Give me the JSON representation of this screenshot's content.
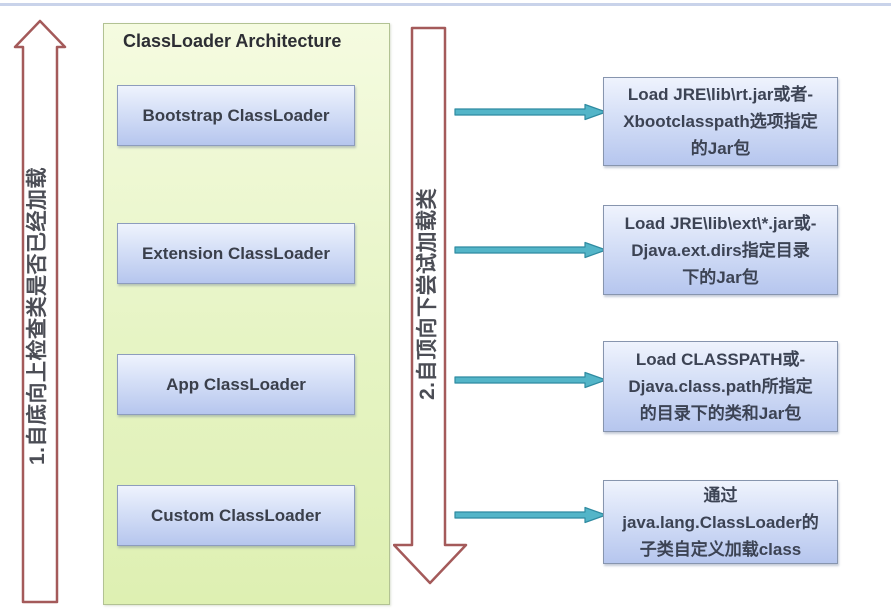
{
  "diagram": {
    "title": "ClassLoader Architecture",
    "left_arrow": {
      "label": "1.自底向上检查类是否已经加载"
    },
    "down_arrow": {
      "label": "2.自顶向下尝试加载类"
    },
    "loaders": [
      {
        "label": "Bootstrap ClassLoader"
      },
      {
        "label": "Extension ClassLoader"
      },
      {
        "label": "App ClassLoader"
      },
      {
        "label": "Custom ClassLoader"
      }
    ],
    "descriptions": [
      {
        "text": "Load JRE\\lib\\rt.jar或者-\nXbootclasspath选项指定\n的Jar包"
      },
      {
        "text": "Load JRE\\lib\\ext\\*.jar或-\nDjava.ext.dirs指定目录\n下的Jar包"
      },
      {
        "text": "Load CLASSPATH或-\nDjava.class.path所指定\n的目录下的类和Jar包"
      },
      {
        "text": "通过\njava.lang.ClassLoader的\n子类自定义加载class"
      }
    ],
    "colors": {
      "top_rule": "#c9d3ea",
      "red_arrow_outline": "#a45a5a",
      "flow_arrow_fill": "#53b5c8",
      "flow_arrow_stroke": "#2f8ba1",
      "box_border": "#8d9cbd",
      "box_fill_top": "#eff3fd",
      "box_fill_bottom": "#b6c6ee",
      "panel_fill_top": "#f5fbe0",
      "panel_fill_bottom": "#def0b2",
      "panel_border": "#b2c293"
    }
  }
}
